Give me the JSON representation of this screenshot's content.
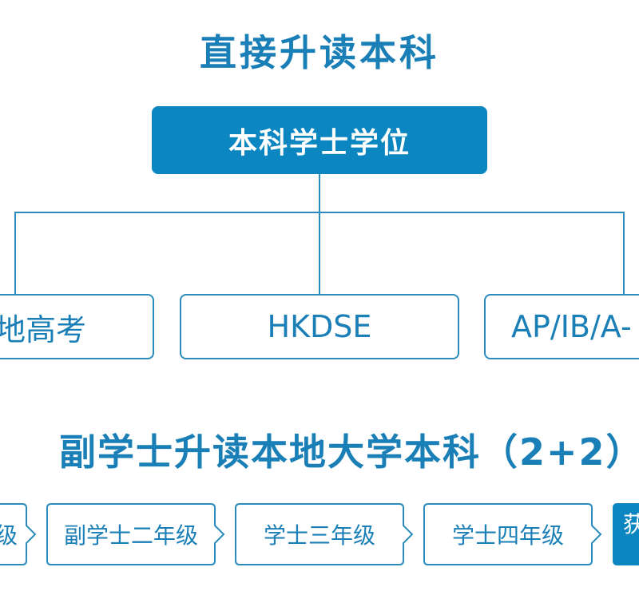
{
  "section1": {
    "title": "直接升读本科",
    "root": "本科学士学位",
    "children": [
      "地高考",
      "HKDSE",
      "AP/IB/A-"
    ]
  },
  "section2": {
    "title": "副学士升读本地大学本科（2+2）",
    "steps": [
      "级",
      "副学士二年级",
      "学士三年级",
      "学士四年级",
      "获"
    ]
  },
  "colors": {
    "primary": "#0c86c0",
    "text": "#1a7fb6",
    "line": "#2a8bbc"
  }
}
